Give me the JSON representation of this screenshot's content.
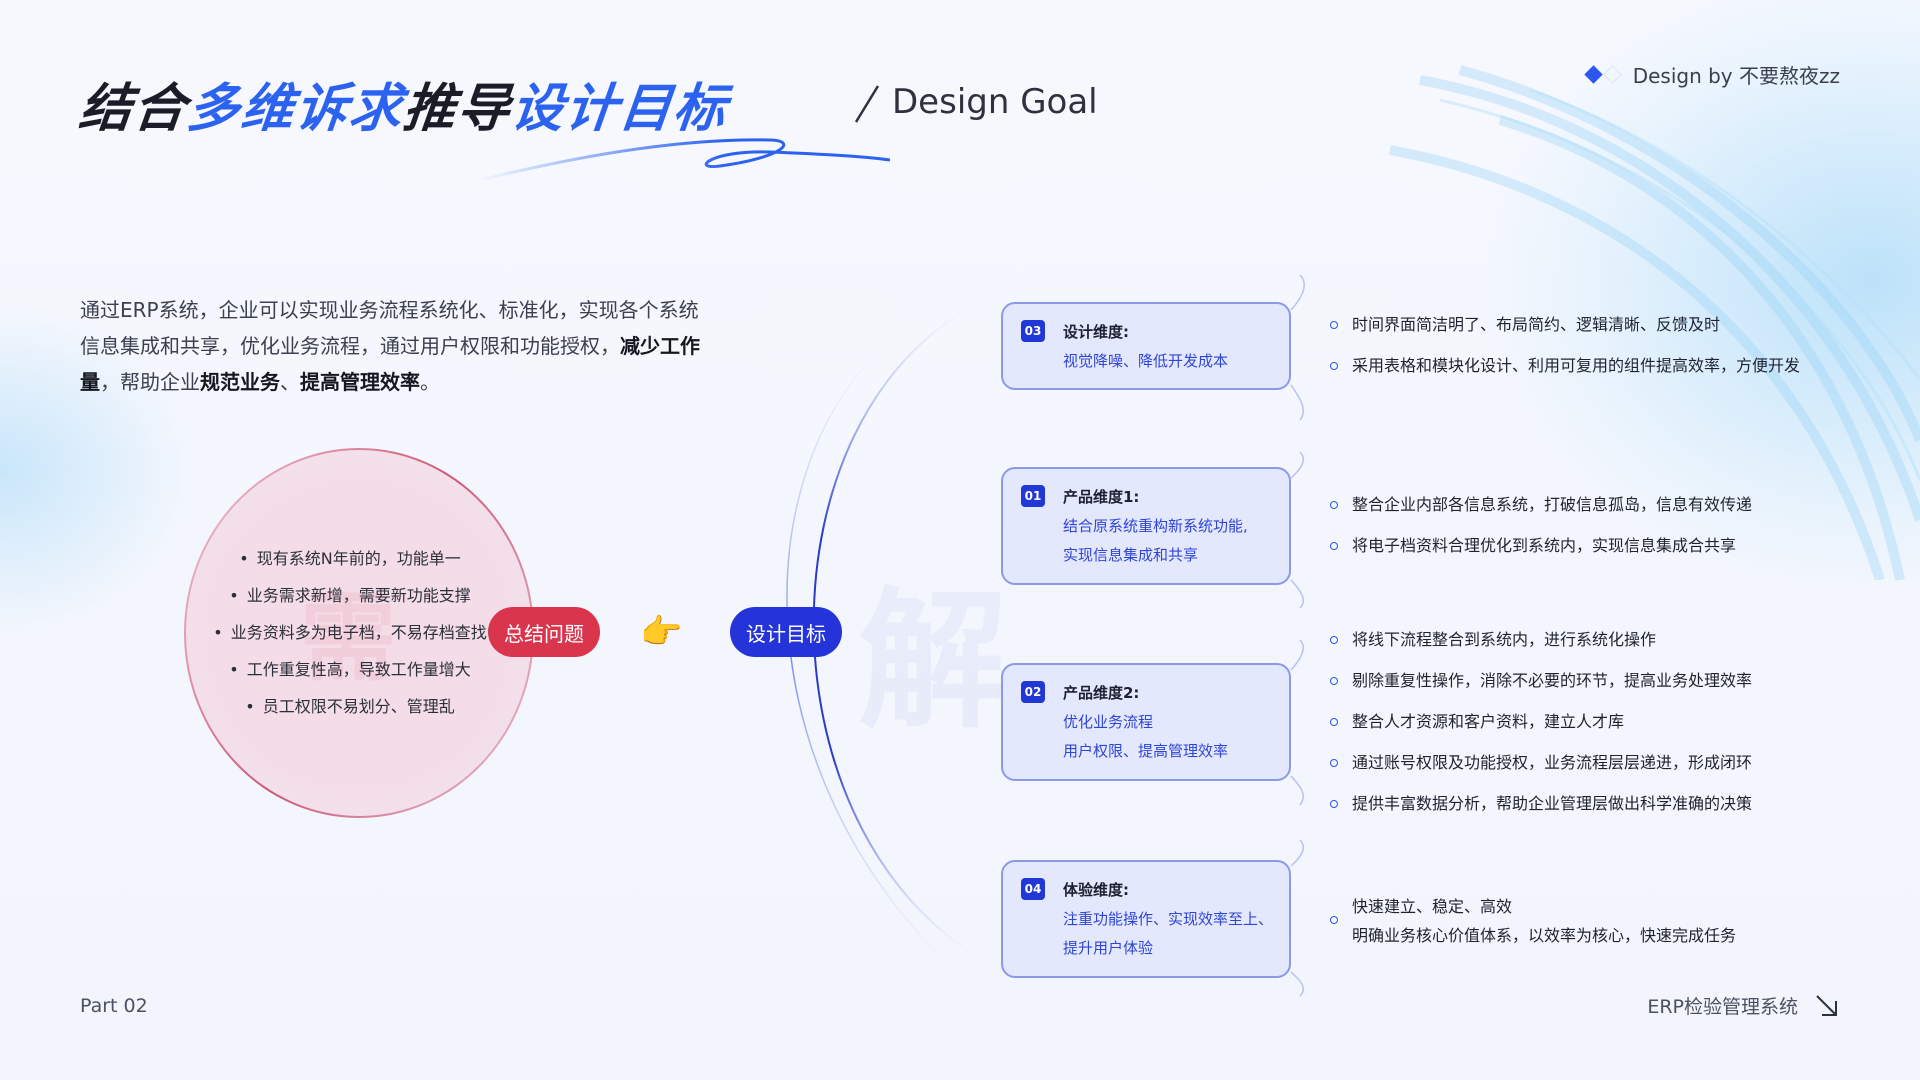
{
  "header": {
    "title_part1": "结合",
    "title_part2": "多维诉求",
    "title_part3": "推导",
    "title_part4": "设计目标",
    "title_en": "Design Goal",
    "design_by": "Design by 不要熬夜zz"
  },
  "intro": {
    "t1": "通过ERP系统，企业可以实现业务流程系统化、标准化，实现各个系统信息集成和共享，优化业务流程，通过用户权限和功能授权，",
    "b1": "减少工作量",
    "t2": "，帮助企业",
    "b2": "规范业务",
    "t3": "、",
    "b3": "提高管理效率",
    "t4": "。"
  },
  "problems": {
    "items": [
      "现有系统N年前的，功能单一",
      "业务需求新增，需要新功能支撑",
      "业务资料多为电子档，不易存档查找",
      "工作重复性高，导致工作量增大",
      "员工权限不易划分、管理乱"
    ],
    "summary_label": "总结问题",
    "goal_label": "设计目标",
    "hand_icon": "pointing-hand-icon"
  },
  "nodes": {
    "n03": {
      "badge": "03",
      "title": "设计维度:",
      "desc": [
        "视觉降噪、降低开发成本"
      ]
    },
    "n01": {
      "badge": "01",
      "title": "产品维度1:",
      "desc": [
        "结合原系统重构新系统功能,",
        "实现信息集成和共享"
      ]
    },
    "n02": {
      "badge": "02",
      "title": "产品维度2:",
      "desc": [
        "优化业务流程",
        "用户权限、提高管理效率"
      ]
    },
    "n04": {
      "badge": "04",
      "title": "体验维度:",
      "desc": [
        "注重功能操作、实现效率至上、",
        "提升用户体验"
      ]
    }
  },
  "bullets": {
    "b03": [
      "时间界面简洁明了、布局简约、逻辑清晰、反馈及时",
      "采用表格和模块化设计、利用可复用的组件提高效率，方便开发"
    ],
    "b01": [
      "整合企业内部各信息系统，打破信息孤岛，信息有效传递",
      "将电子档资料合理优化到系统内，实现信息集成合共享"
    ],
    "b02": [
      "将线下流程整合到系统内，进行系统化操作",
      "剔除重复性操作，消除不必要的环节，提高业务处理效率",
      "整合人才资源和客户资料，建立人才库",
      "通过账号权限及功能授权，业务流程层层递进，形成闭环",
      "提供丰富数据分析，帮助企业管理层做出科学准确的决策"
    ],
    "b04": [
      "快速建立、稳定、高效",
      "明确业务核心价值体系，以效率为核心，快速完成任务"
    ]
  },
  "footer": {
    "left": "Part 02",
    "right": "ERP检验管理系统"
  },
  "colors": {
    "accent_blue": "#2434d8",
    "accent_red": "#d9354d",
    "node_bg": "#e3e8fc"
  }
}
